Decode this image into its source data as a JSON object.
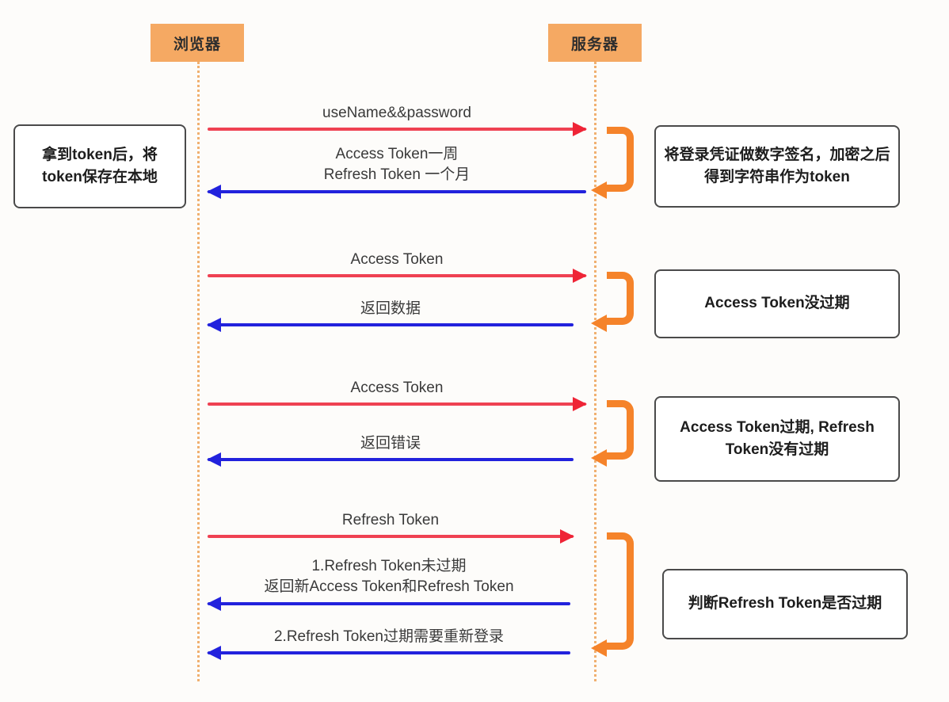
{
  "diagram": {
    "title": "Token / Refresh Token sequence diagram",
    "type": "sequence",
    "colors": {
      "actor_fill": "#f5a963",
      "lifeline": "#f0b070",
      "request_arrow": "#ef4152",
      "response_arrow": "#2222dd",
      "selfloop": "#f5832a",
      "note_border": "#4a4a4a",
      "background": "#fdfcfa"
    }
  },
  "actors": [
    {
      "id": "browser",
      "label": "浏览器"
    },
    {
      "id": "server",
      "label": "服务器"
    }
  ],
  "messages": [
    {
      "id": "m1",
      "from": "browser",
      "to": "server",
      "direction": "request",
      "label": "useName&&password"
    },
    {
      "id": "m2",
      "from": "server",
      "to": "browser",
      "direction": "response",
      "label": "Access Token一周\nRefresh Token 一个月"
    },
    {
      "id": "m3",
      "from": "browser",
      "to": "server",
      "direction": "request",
      "label": "Access Token"
    },
    {
      "id": "m4",
      "from": "server",
      "to": "browser",
      "direction": "response",
      "label": "返回数据"
    },
    {
      "id": "m5",
      "from": "browser",
      "to": "server",
      "direction": "request",
      "label": "Access Token"
    },
    {
      "id": "m6",
      "from": "server",
      "to": "browser",
      "direction": "response",
      "label": "返回错误"
    },
    {
      "id": "m7",
      "from": "browser",
      "to": "server",
      "direction": "request",
      "label": "Refresh Token"
    },
    {
      "id": "m8",
      "from": "server",
      "to": "browser",
      "direction": "response",
      "label": "1.Refresh Token未过期\n返回新Access Token和Refresh Token"
    },
    {
      "id": "m9",
      "from": "server",
      "to": "browser",
      "direction": "response",
      "label": "2.Refresh Token过期需要重新登录"
    }
  ],
  "notes": [
    {
      "id": "n1",
      "side": "left",
      "text": "拿到token后，将token保存在本地"
    },
    {
      "id": "n2",
      "side": "right",
      "text": "将登录凭证做数字签名，加密之后得到字符串作为token"
    },
    {
      "id": "n3",
      "side": "right",
      "text": "Access Token没过期"
    },
    {
      "id": "n4",
      "side": "right",
      "text": "Access Token过期,\nRefresh Token没有过期"
    },
    {
      "id": "n5",
      "side": "right",
      "text": "判断Refresh Token是否过期"
    }
  ],
  "self_loops": [
    {
      "id": "l1",
      "actor": "server"
    },
    {
      "id": "l2",
      "actor": "server"
    },
    {
      "id": "l3",
      "actor": "server"
    },
    {
      "id": "l4",
      "actor": "server"
    }
  ]
}
